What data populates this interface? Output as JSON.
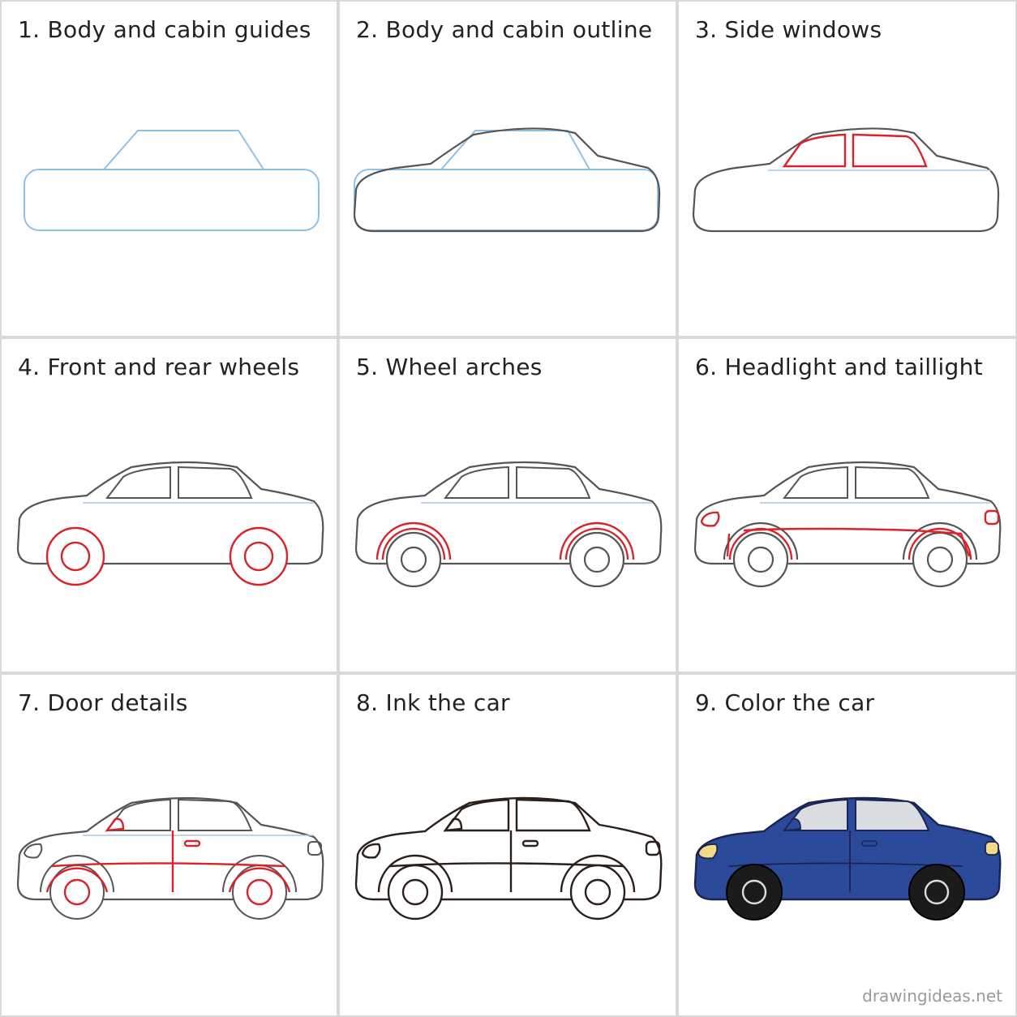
{
  "steps": [
    {
      "label": "1. Body and cabin guides"
    },
    {
      "label": "2. Body and cabin outline"
    },
    {
      "label": "3. Side windows"
    },
    {
      "label": "4. Front and rear wheels"
    },
    {
      "label": "5. Wheel arches"
    },
    {
      "label": "6. Headlight and taillight"
    },
    {
      "label": "7. Door details"
    },
    {
      "label": "8. Ink the car"
    },
    {
      "label": "9. Color the car"
    }
  ],
  "watermark": "drawingideas.net",
  "colors": {
    "guide": "#8fc1e6",
    "pencil": "#555555",
    "highlight": "#d8232a",
    "ink": "#2b1f1a",
    "car_body": "#2c4a9a",
    "window": "#d9dde2",
    "tire": "#1b1b1b",
    "light": "#f3d98a"
  }
}
